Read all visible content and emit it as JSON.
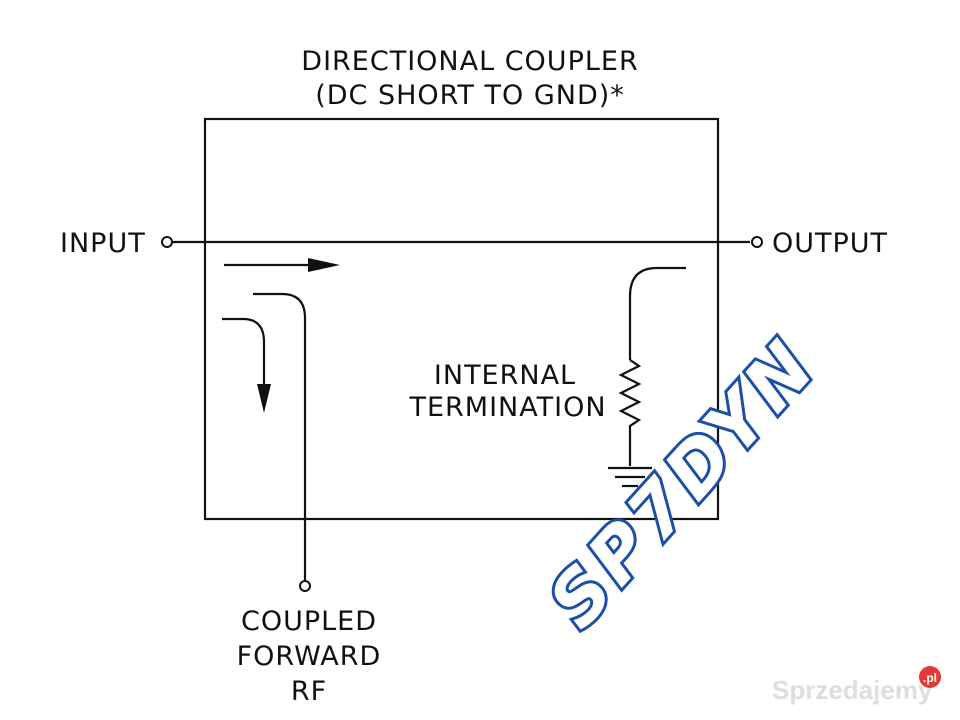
{
  "title": {
    "line1": "DIRECTIONAL COUPLER",
    "line2": "(DC SHORT TO GND)*"
  },
  "ports": {
    "input": "INPUT",
    "output": "OUTPUT",
    "coupled": [
      "COUPLED",
      "FORWARD",
      "RF"
    ]
  },
  "termination": {
    "line1": "INTERNAL",
    "line2": "TERMINATION"
  },
  "watermark": {
    "text": "SP7DYN",
    "color": "#1c4fa8"
  },
  "branding": {
    "site": "Sprzedajemy",
    "badge": ".pl",
    "badge_color": "#e53935"
  },
  "icons": [
    "ground-icon",
    "resistor-icon",
    "arrow-right-icon",
    "arrow-down-icon"
  ]
}
